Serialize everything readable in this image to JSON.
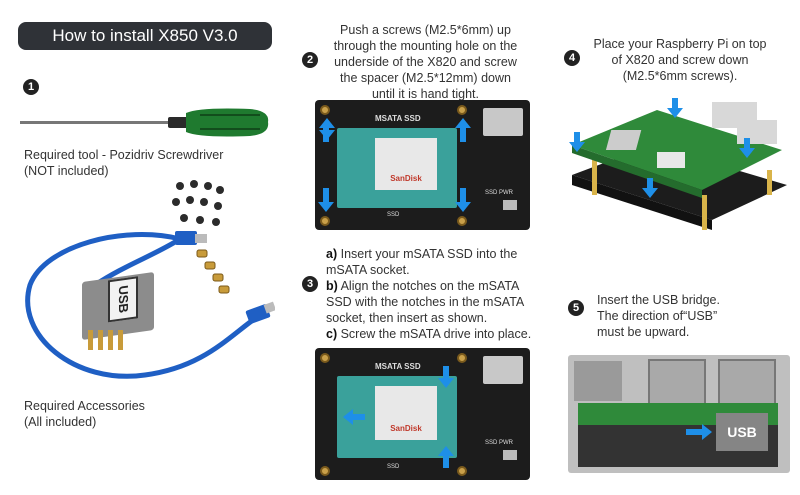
{
  "title": "How to install X850 V3.0",
  "step1": {
    "num": "1",
    "tool_line1": "Required tool - Pozidriv Screwdriver",
    "tool_line2": "(NOT included)",
    "acc_line1": "Required Accessories",
    "acc_line2": "(All included)",
    "usb_label": "USB"
  },
  "step2": {
    "num": "2",
    "line1": "Push a screws (M2.5*6mm) up",
    "line2": "through the mounting hole on the",
    "line3": "underside of the X820 and screw",
    "line4": "the spacer (M2.5*12mm) down",
    "line5": "until it is hand tight."
  },
  "step3": {
    "num": "3",
    "a_prefix": "a)",
    "a_line1": " Insert your mSATA SSD into the",
    "a_line2": "mSATA socket.",
    "b_prefix": "b)",
    "b_line1": " Align the notches on the mSATA",
    "b_line2": "SSD with the notches in the mSATA",
    "b_line3": "socket, then insert as shown.",
    "c_prefix": "c)",
    "c_line1": " Screw the mSATA drive into place."
  },
  "step4": {
    "num": "4",
    "line1": "Place your Raspberry Pi on top",
    "line2": "of X820 and screw down",
    "line3": "(M2.5*6mm screws)."
  },
  "step5": {
    "num": "5",
    "line1": "Insert the USB bridge.",
    "line2": "The direction of“USB”",
    "line3": "must be upward.",
    "usb_label": "USB"
  },
  "board": {
    "msata_label": "MSATA SSD",
    "ssd_label": "SSD",
    "pwr_label": "SSD PWR",
    "ssd_brand": "SanDisk"
  }
}
